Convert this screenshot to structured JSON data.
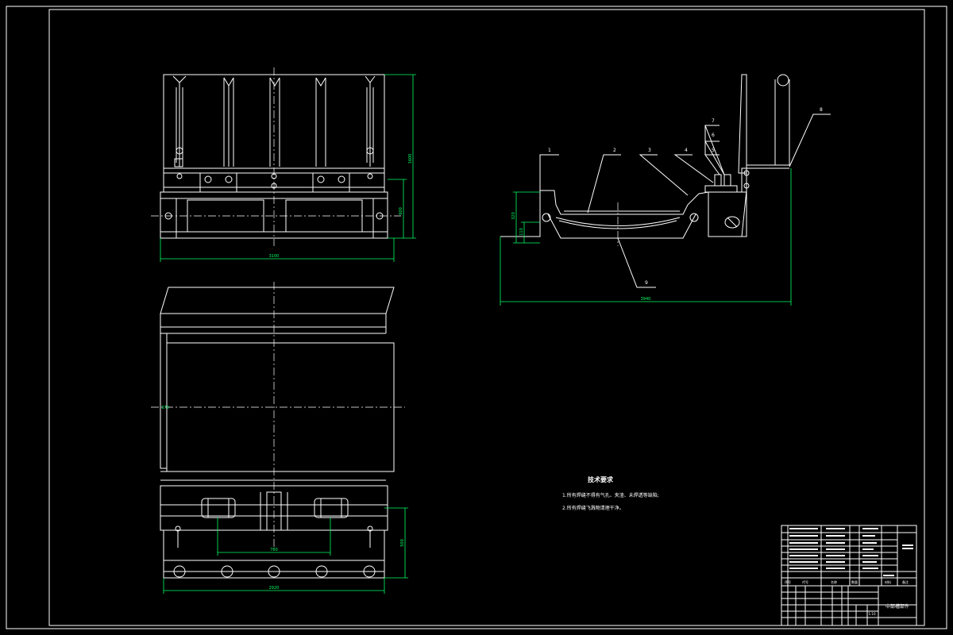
{
  "dimensions": {
    "top_height": "1600",
    "top_base_height": "600",
    "top_width": "3100",
    "plan_center_mark": "370",
    "plan_bottom_gap": "780",
    "plan_bottom_width": "2920",
    "plan_bottom_height": "500",
    "side_height_1": "320",
    "side_height_2": "110",
    "side_width": "3940"
  },
  "balloons": [
    "1",
    "2",
    "3",
    "4",
    "5",
    "6",
    "7",
    "8",
    "9"
  ],
  "tech_requirements": {
    "title": "技术要求",
    "item1": "1.所有焊缝不得有气孔、夹渣、未焊透等缺陷;",
    "item2": "2.所有焊缝飞溅物清理干净。"
  },
  "title_block": {
    "drawing_name": "中部槽部件",
    "scale": "1:10",
    "col_headers": [
      "序号",
      "代号",
      "名称",
      "数量",
      "材料",
      "备注"
    ]
  }
}
